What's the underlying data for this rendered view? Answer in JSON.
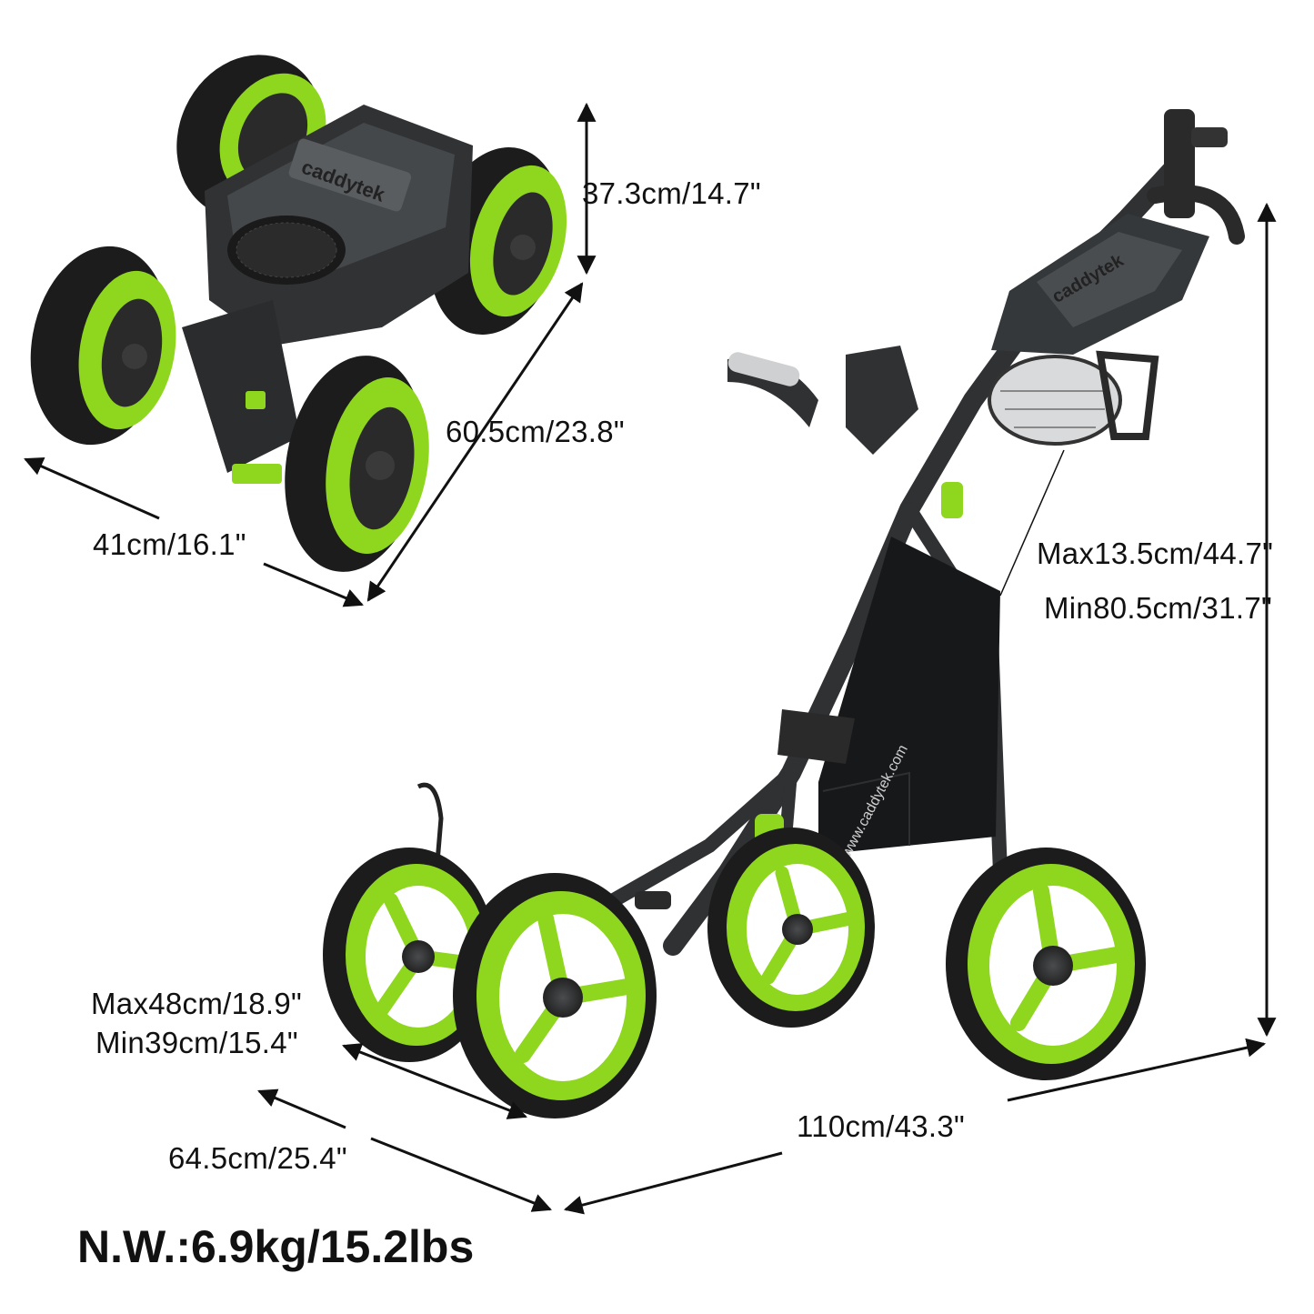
{
  "folded_view": {
    "height": "37.3cm/14.7\"",
    "length": "60.5cm/23.8\"",
    "width": "41cm/16.1\"",
    "brand_logo": "caddytek"
  },
  "open_view": {
    "handle_height_max": "Max13.5cm/44.7\"",
    "handle_height_min": "Min80.5cm/31.7\"",
    "wheel_track_max": "Max48cm/18.9\"",
    "wheel_track_min": "Min39cm/15.4\"",
    "wheelbase": "64.5cm/25.4\"",
    "overall_length": "110cm/43.3\"",
    "brand_logo": "caddytek",
    "frame_url": "www.caddytek.com"
  },
  "net_weight": "N.W.:6.9kg/15.2lbs",
  "colors": {
    "accent_green": "#8fd61f",
    "frame_dark": "#2f3133",
    "tire_black": "#1c1c1c",
    "dimension_line": "#111111"
  }
}
